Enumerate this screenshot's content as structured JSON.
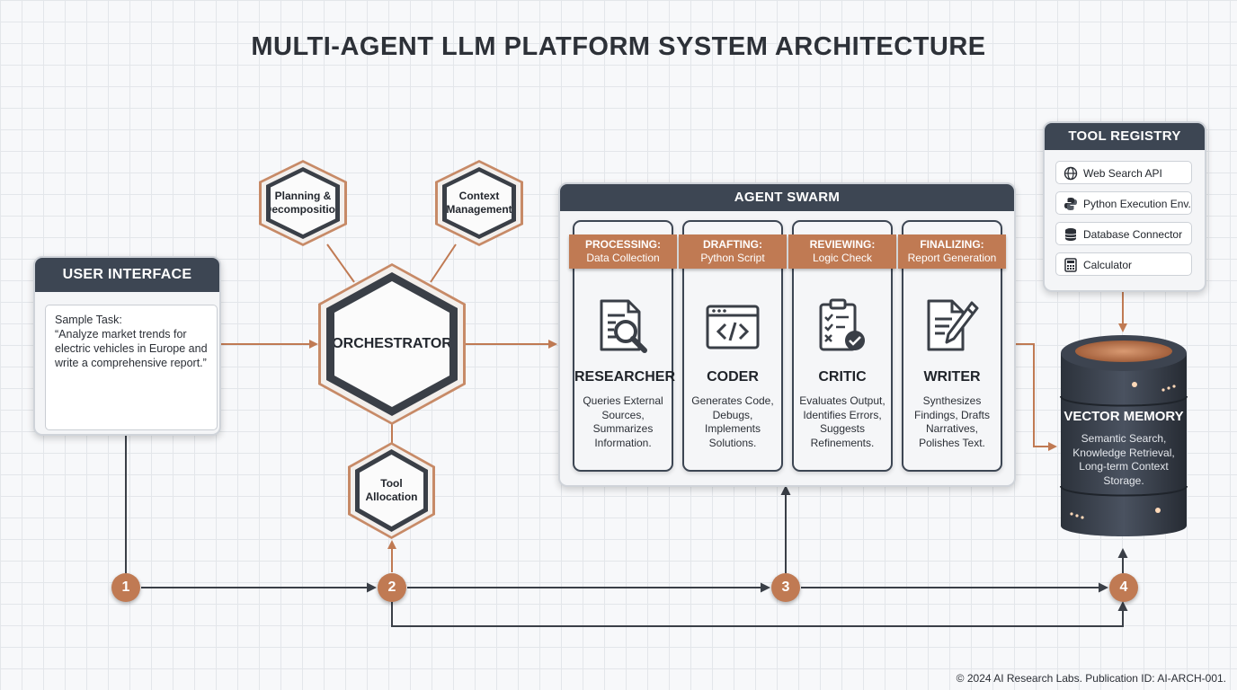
{
  "title": "MULTI-AGENT LLM PLATFORM SYSTEM ARCHITECTURE",
  "user_interface": {
    "title": "USER INTERFACE",
    "task_label": "Sample Task:",
    "task_text": "“Analyze market trends for electric vehicles in Europe and write a comprehensive report.”"
  },
  "orchestrator": {
    "label": "ORCHESTRATOR",
    "planning": "Planning & Decomposition",
    "context": "Context Management",
    "tool_allocation": "Tool Allocation"
  },
  "agent_swarm": {
    "title": "AGENT SWARM",
    "agents": [
      {
        "stage": "PROCESSING:",
        "task": "Data Collection",
        "name": "RESEARCHER",
        "description": "Queries External Sources, Summarizes Information.",
        "icon": "document-search-icon"
      },
      {
        "stage": "DRAFTING:",
        "task": "Python Script",
        "name": "CODER",
        "description": "Generates Code, Debugs, Implements Solutions.",
        "icon": "code-window-icon"
      },
      {
        "stage": "REVIEWING:",
        "task": "Logic Check",
        "name": "CRITIC",
        "description": "Evaluates Output, Identifies Errors, Suggests Refinements.",
        "icon": "checklist-icon"
      },
      {
        "stage": "FINALIZING:",
        "task": "Report Generation",
        "name": "WRITER",
        "description": "Synthesizes Findings, Drafts Narratives, Polishes Text.",
        "icon": "document-pen-icon"
      }
    ]
  },
  "tool_registry": {
    "title": "TOOL REGISTRY",
    "tools": [
      {
        "label": "Web Search API",
        "icon": "globe-icon"
      },
      {
        "label": "Python Execution Env.",
        "icon": "python-icon"
      },
      {
        "label": "Database Connector",
        "icon": "database-icon"
      },
      {
        "label": "Calculator",
        "icon": "calculator-icon"
      }
    ]
  },
  "vector_memory": {
    "title": "VECTOR MEMORY",
    "description": "Semantic Search, Knowledge Retrieval, Long-term Context Storage."
  },
  "steps": [
    "1",
    "2",
    "3",
    "4"
  ],
  "colors": {
    "accent": "#c07a53",
    "header": "#3d4653",
    "line": "#3a3f47"
  },
  "copyright": "© 2024 AI Research Labs. Publication ID: AI-ARCH-001."
}
